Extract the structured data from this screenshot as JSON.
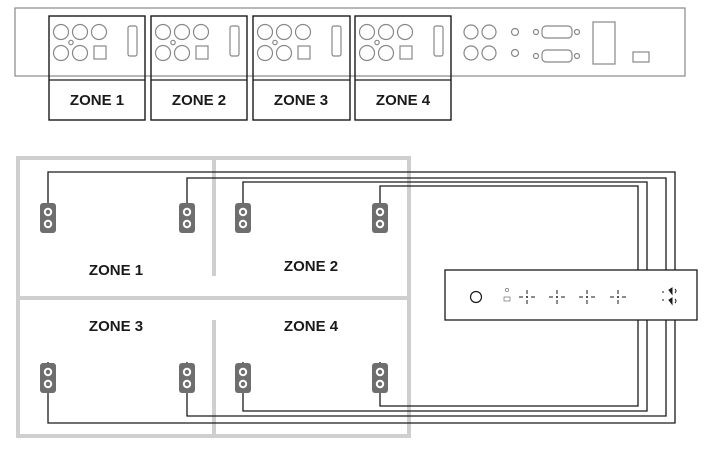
{
  "rack_zones": [
    {
      "label": "ZONE 1"
    },
    {
      "label": "ZONE 2"
    },
    {
      "label": "ZONE 3"
    },
    {
      "label": "ZONE 4"
    }
  ],
  "rooms": [
    {
      "label": "ZONE 1"
    },
    {
      "label": "ZONE 2"
    },
    {
      "label": "ZONE 3"
    },
    {
      "label": "ZONE 4"
    }
  ],
  "colors": {
    "line": "#1a1a1a",
    "panel_outline": "#888888",
    "speaker_body": "#6e6e6e",
    "wall": "#cfcfcf"
  }
}
